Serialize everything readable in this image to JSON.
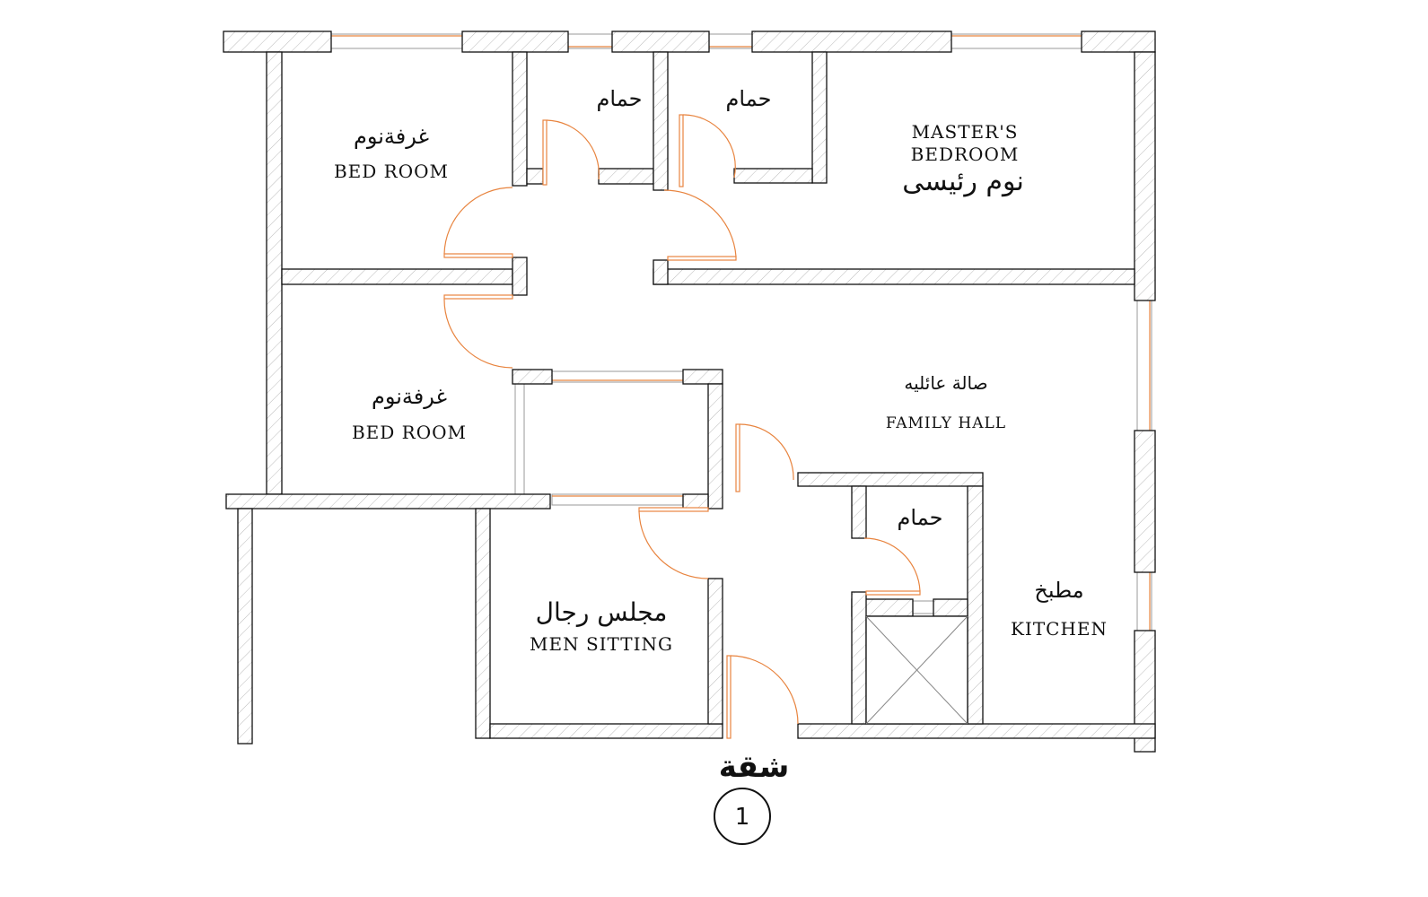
{
  "plan": {
    "title": "شقة",
    "number": "1",
    "rooms": [
      {
        "arabic": "غرفةنوم",
        "english": "BED ROOM"
      },
      {
        "arabic": "حمام"
      },
      {
        "arabic": "حمام"
      },
      {
        "arabic": "نوم رئيسى",
        "english_line1": "MASTER'S",
        "english_line2": "BEDROOM"
      },
      {
        "arabic": "غرفةنوم",
        "english": "BED ROOM"
      },
      {
        "arabic": "صالة عائليه",
        "english": "FAMILY HALL"
      },
      {
        "arabic": "حمام"
      },
      {
        "arabic": "مطبخ",
        "english": "KITCHEN"
      },
      {
        "arabic": "مجلس رجال",
        "english": "MEN SITTING"
      }
    ]
  }
}
